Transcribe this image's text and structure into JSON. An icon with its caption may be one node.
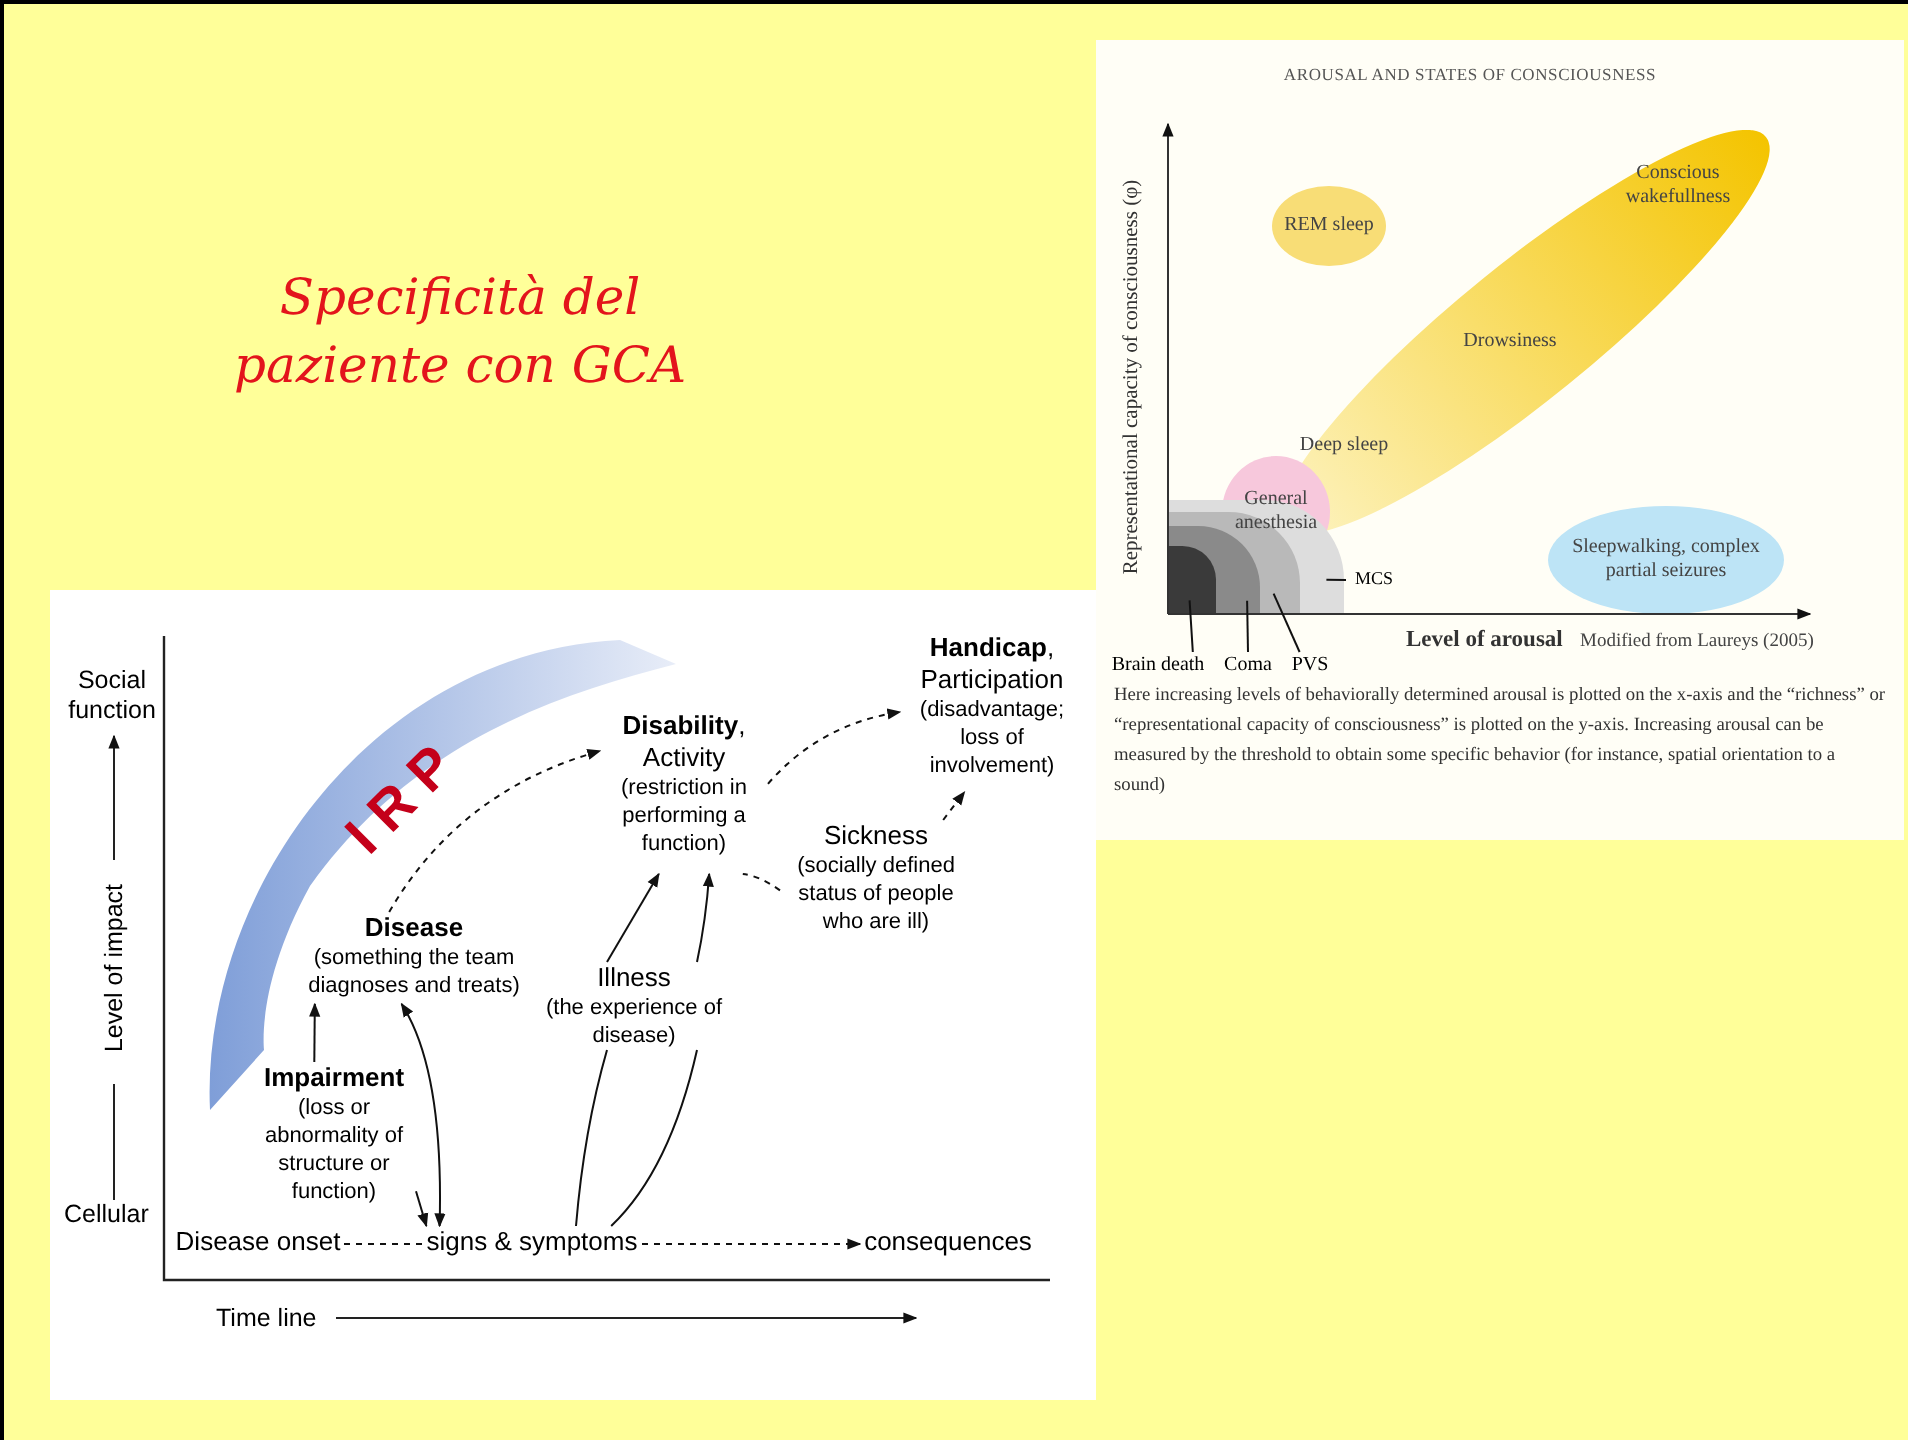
{
  "diagram": {
    "title": "Specificità del paziente con GCA",
    "nodes": [
      {
        "text": [
          "**Handicap**, Participation",
          "(disadvantage; loss of involvement)"
        ]
      },
      {
        "text": [
          "**Disability**, Activity",
          "(restriction in performing a function)"
        ]
      },
      {
        "text": [
          "Sickness",
          "(socially defined status of people who are ill)"
        ]
      },
      {
        "text": [
          "Disease",
          "(something the team diagnoses and treats)"
        ]
      },
      {
        "text": [
          "Illness",
          "(the experience of disease)"
        ]
      },
      {
        "text": [
          "Impairment",
          "(loss or abnormality of structure or function)"
        ]
      },
      {
        "text": [
          "Disease onset"
        ]
      },
      {
        "text": [
          "signs & symptoms"
        ]
      },
      {
        "text": [
          "consequences"
        ]
      },
      {
        "text": [
          "I R P"
        ]
      },
      {
        "text": [
          "REM sleep"
        ]
      },
      {
        "text": [
          "Conscious wakefullness",
          "Drowsiness",
          "Deep sleep"
        ]
      },
      {
        "text": [
          "General anesthesia"
        ]
      },
      {
        "text": [
          "Sleepwalking, complex partial seizures"
        ]
      },
      {
        "text": [],
        "shape": "box"
      },
      {
        "text": [],
        "shape": "box",
        "in": 14
      },
      {
        "text": [],
        "shape": "box",
        "in": 15
      },
      {
        "text": [],
        "shape": "box",
        "in": 16
      },
      {
        "text": [
          "Brain death"
        ]
      },
      {
        "text": [
          "Coma"
        ]
      },
      {
        "text": [
          "PVS"
        ]
      },
      {
        "text": [
          "MCS"
        ]
      }
    ],
    "edges": [
      {
        "from": 3,
        "to": 1,
        "arrow": "to",
        "style": "dashed"
      },
      {
        "from": 1,
        "to": 0,
        "arrow": "to",
        "style": "dashed"
      },
      {
        "from": 2,
        "to": 0,
        "arrow": "to",
        "style": "dashed"
      },
      {
        "from": 2,
        "to": 1,
        "arrow": "none",
        "style": "dashed"
      },
      {
        "from": 5,
        "to": 3,
        "arrow": "to"
      },
      {
        "from": 7,
        "to": 3,
        "arrow": "both"
      },
      {
        "from": 5,
        "to": 7,
        "arrow": "to"
      },
      {
        "from": 7,
        "to": 4,
        "arrow": "none"
      },
      {
        "from": 7,
        "to": 4,
        "arrow": "none"
      },
      {
        "from": 4,
        "to": 1,
        "arrow": "to"
      },
      {
        "from": 4,
        "to": 1,
        "arrow": "to"
      },
      {
        "from": 6,
        "to": 7,
        "arrow": "none",
        "style": "dashed"
      },
      {
        "from": 7,
        "to": 8,
        "arrow": "to",
        "style": "dashed"
      },
      {
        "from": 18,
        "to": 17,
        "arrow": "none"
      },
      {
        "from": 19,
        "to": 16,
        "arrow": "none"
      },
      {
        "from": 20,
        "to": 15,
        "arrow": "none"
      },
      {
        "from": 21,
        "to": 14,
        "arrow": "none"
      }
    ],
    "labels": [
      "AROUSAL AND STATES OF CONSCIOUSNESS",
      "Representational capacity of consciousness (φ)",
      "Level of arousal",
      "Modified from Laureys (2005)",
      "Here increasing levels of behaviorally determined arousal is plotted on the x-axis and the “richness” or “representational capacity of consciousness” is plotted on the y-axis. Increasing arousal can be measured by the threshold to obtain some specific behavior (for instance, spatial orientation to a sound)",
      "Social function",
      "Level of impact",
      "Cellular",
      "Time line"
    ]
  }
}
